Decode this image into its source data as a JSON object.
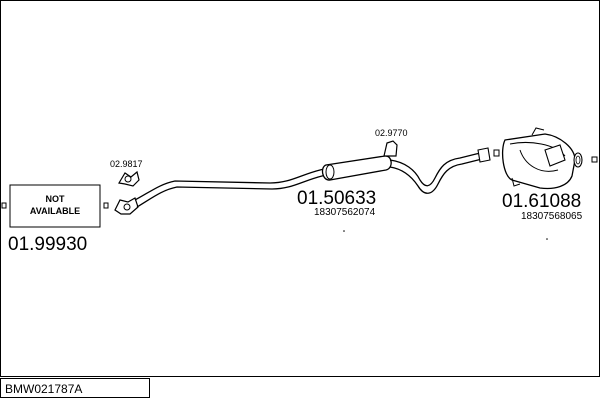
{
  "diagram": {
    "not_available": {
      "line1": "NOT",
      "line2": "AVAILABLE",
      "part_number": "01.99930"
    },
    "clamp_front": {
      "part_number": "02.9817"
    },
    "clamp_mid": {
      "part_number": "02.9770"
    },
    "center_silencer": {
      "part_number": "01.50633",
      "oem_number": "18307562074"
    },
    "rear_silencer": {
      "part_number": "01.61088",
      "oem_number": "18307568065"
    }
  },
  "footer": {
    "code": "BMW021787A"
  }
}
